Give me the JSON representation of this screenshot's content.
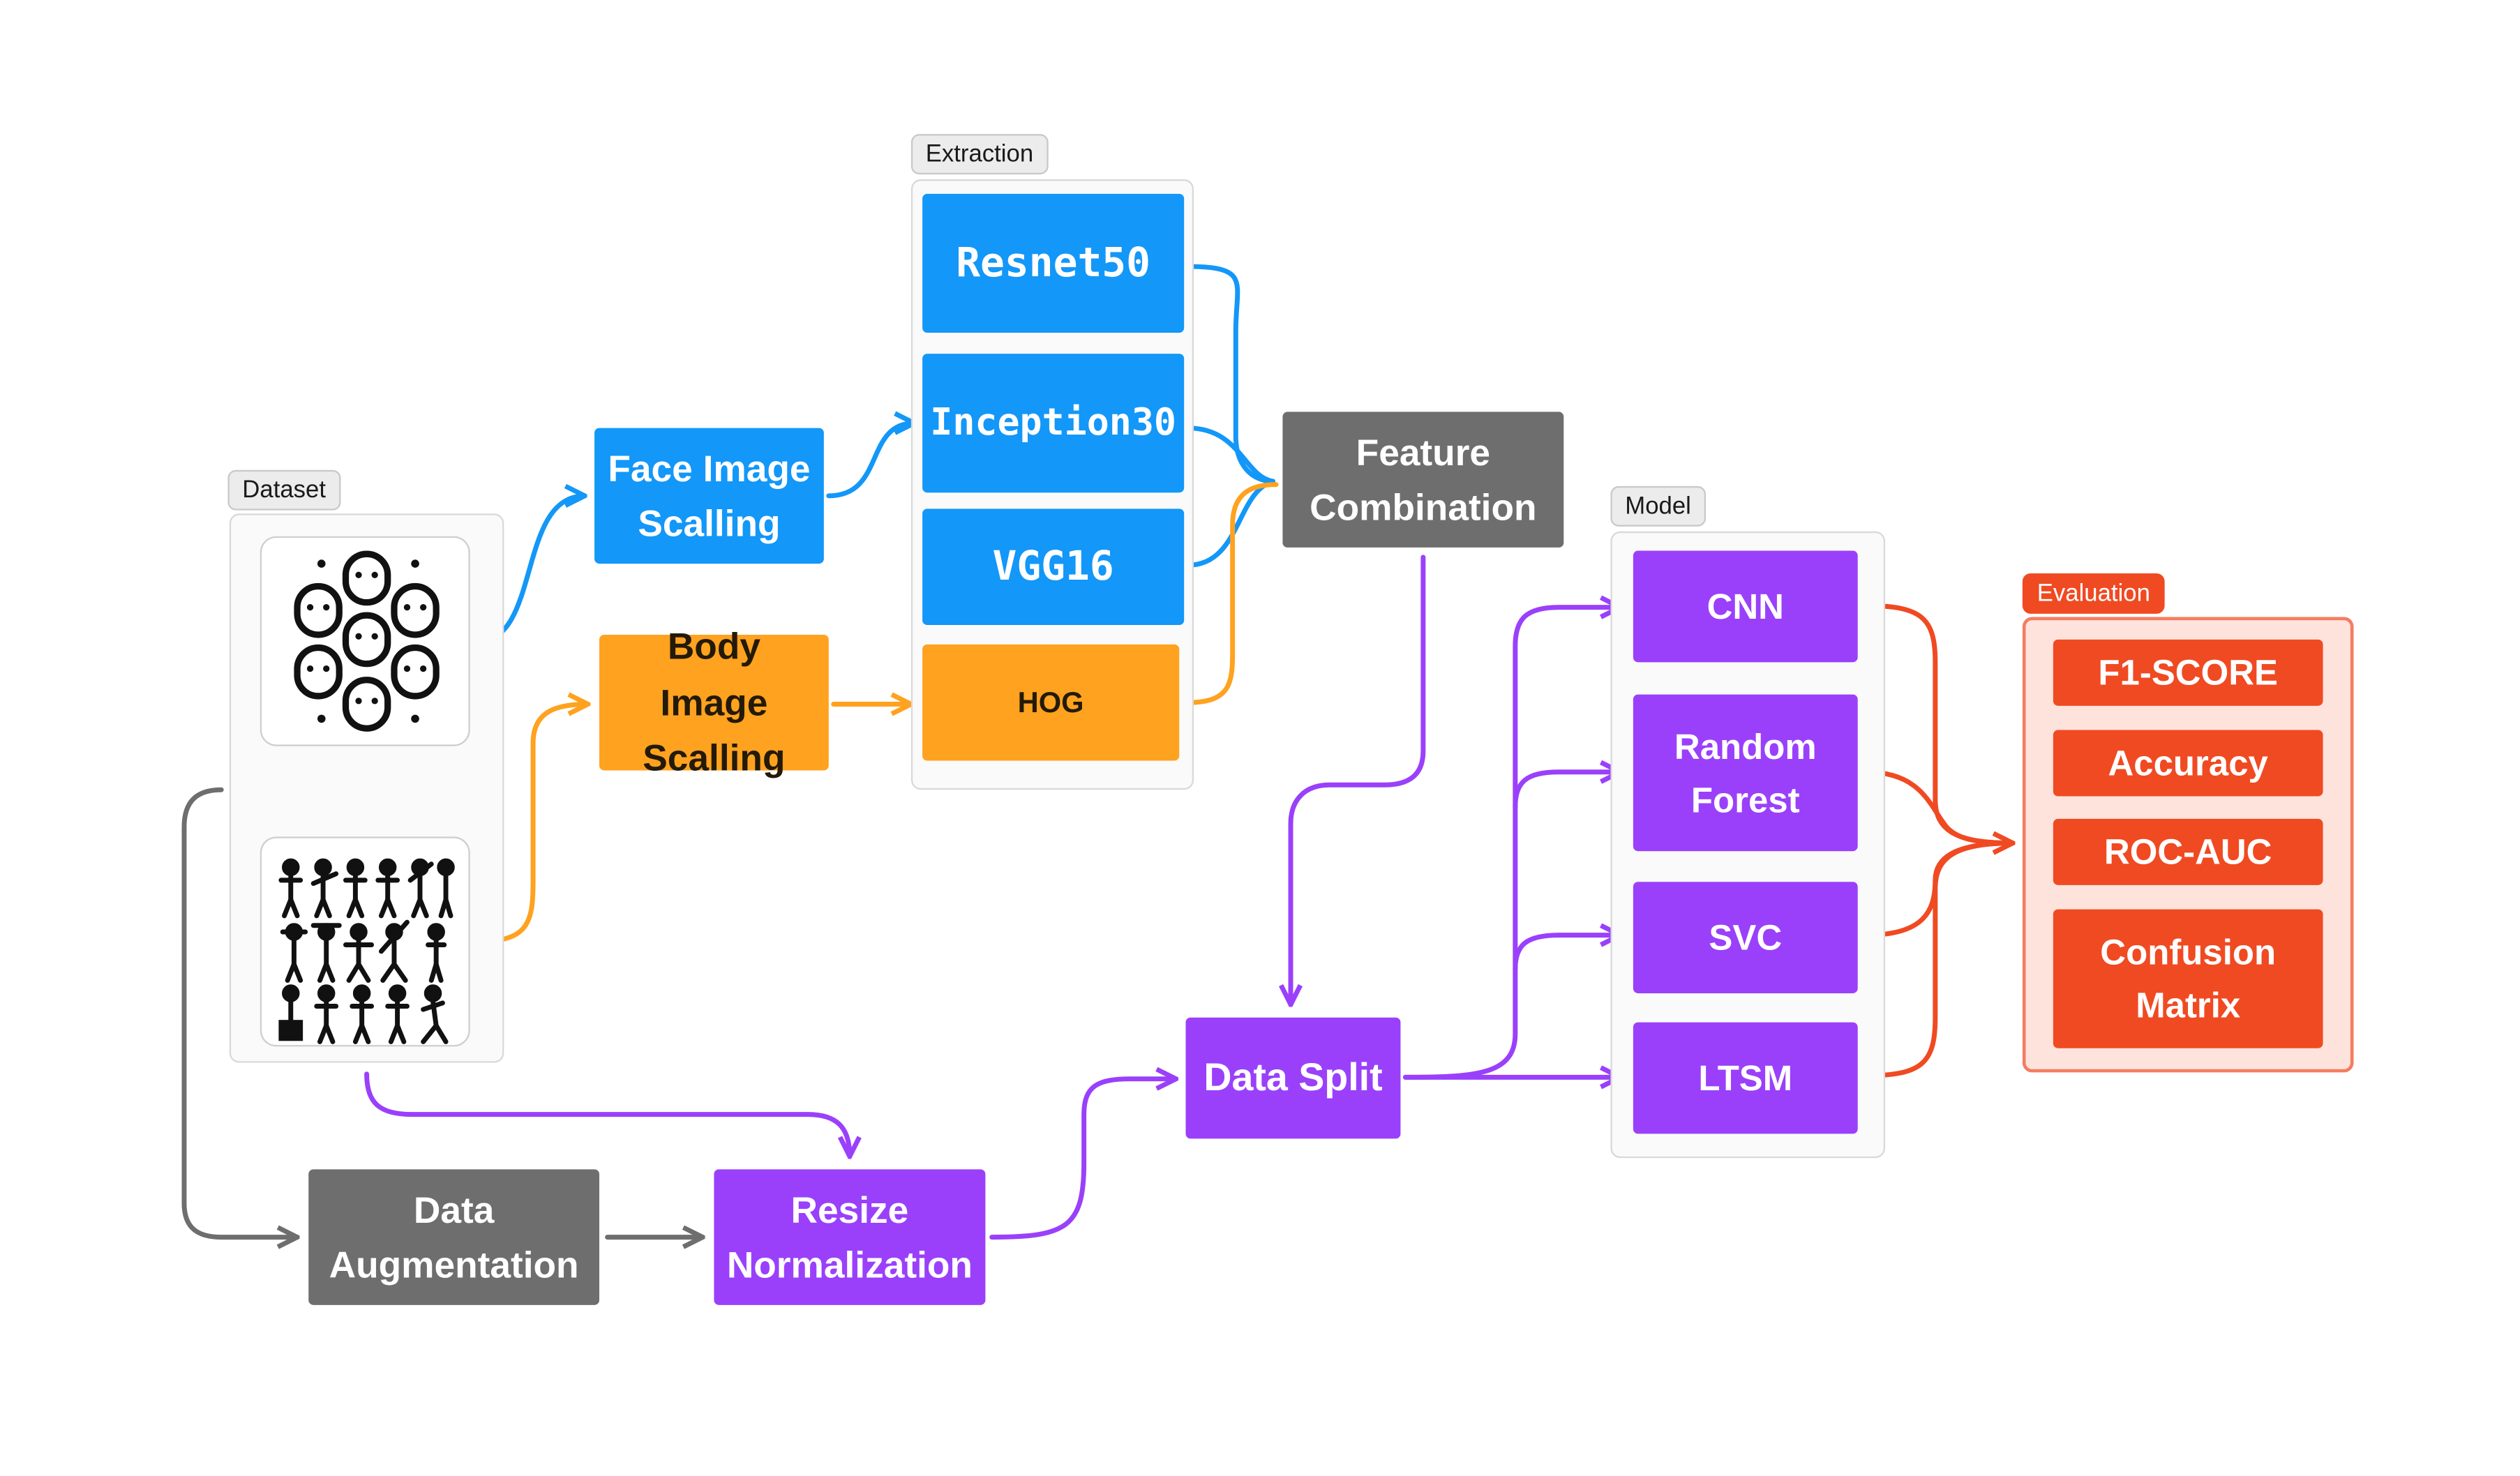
{
  "tags": {
    "dataset": "Dataset",
    "extraction": "Extraction",
    "model": "Model",
    "evaluation": "Evaluation"
  },
  "preprocess": {
    "face": "Face Image Scalling",
    "body": "Body Image Scalling"
  },
  "extractors": {
    "resnet": "Resnet50",
    "inception": "Inception30",
    "vgg": "VGG16",
    "hog": "HOG"
  },
  "feature_combination": "Feature Combination",
  "data_augmentation": "Data Augmentation",
  "resize_normalization": "Resize Normalization",
  "data_split": "Data Split",
  "models": {
    "cnn": "CNN",
    "rf": "Random Forest",
    "svc": "SVC",
    "ltsm": "LTSM"
  },
  "metrics": {
    "f1": "F1-SCORE",
    "accuracy": "Accuracy",
    "roc": "ROC-AUC",
    "confusion": "Confusion Matrix"
  },
  "colors": {
    "blue": "#1397f8",
    "orange": "#ffa21f",
    "gray": "#6e6e6e",
    "purple": "#9a40fb",
    "red": "#f04a22"
  },
  "icons": [
    "faces-icon",
    "body-poses-icon"
  ]
}
